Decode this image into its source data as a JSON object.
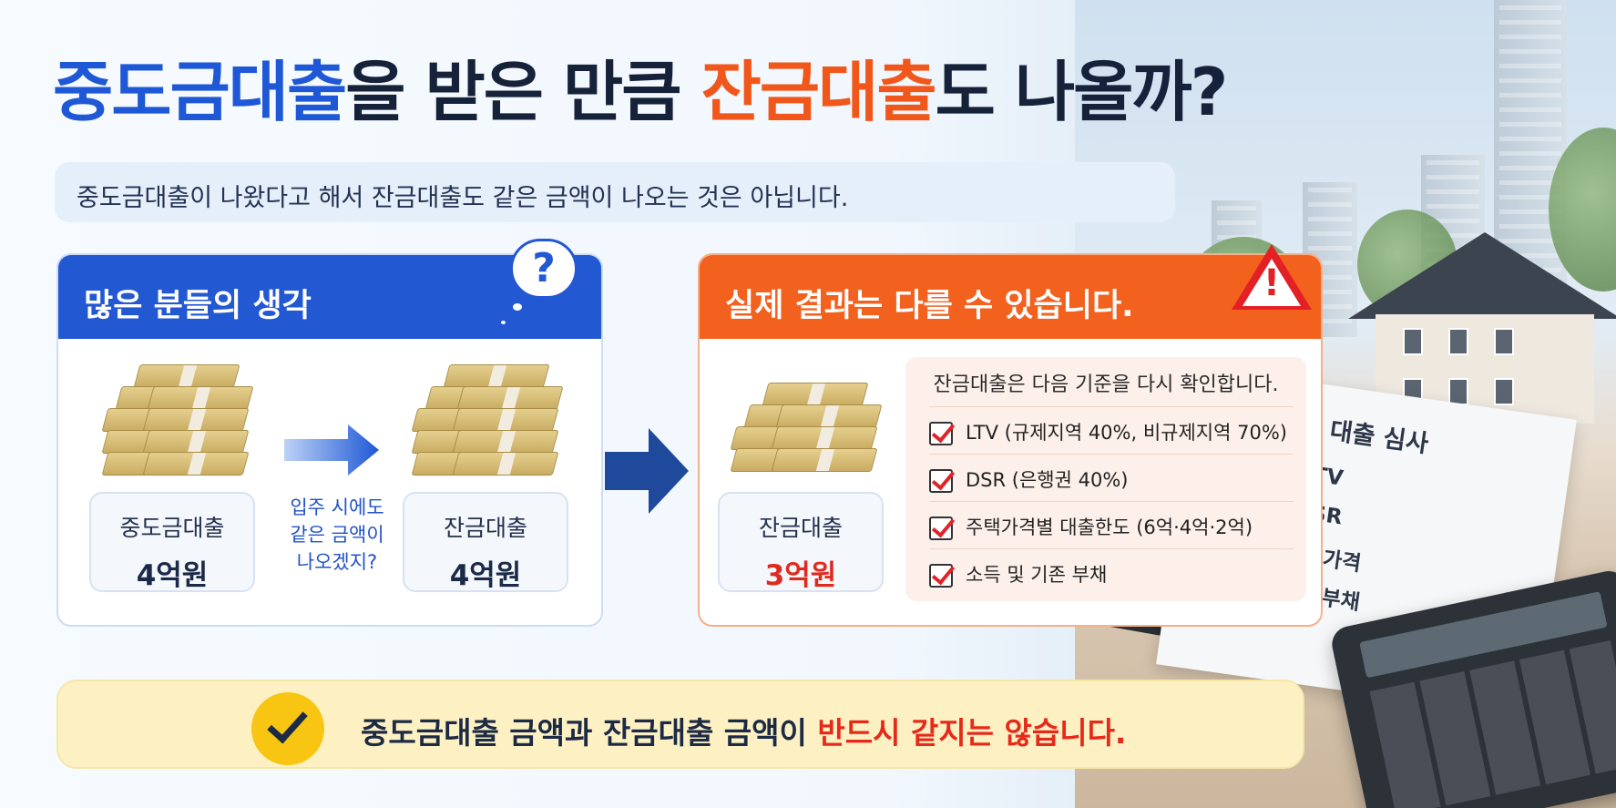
{
  "headline": {
    "part1": "중도금대출",
    "part2": "을 받은 만큼 ",
    "part3": "잔금대출",
    "part4": "도 나올까?"
  },
  "subtitle": "중도금대출이 나왔다고 해서 잔금대출도 같은 금액이 나오는 것은 아닙니다.",
  "left_panel": {
    "header": "많은 분들의 생각",
    "icon": "question-bubble-icon",
    "box1": {
      "label": "중도금대출",
      "value": "4억원"
    },
    "middle_text": "입주 시에도 같은 금액이 나오겠지?",
    "box2": {
      "label": "잔금대출",
      "value": "4억원"
    }
  },
  "right_panel": {
    "header": "실제 결과는 다를 수 있습니다.",
    "icon": "warning-icon",
    "box": {
      "label": "잔금대출",
      "value": "3억원"
    },
    "criteria_title": "잔금대출은 다음 기준을 다시 확인합니다.",
    "criteria": [
      "LTV (규제지역 40%, 비규제지역 70%)",
      "DSR (은행권 40%)",
      "주택가격별 대출한도 (6억·4억·2억)",
      "소득 및 기존 부채"
    ]
  },
  "review_doc": {
    "title": "대출 심사",
    "items": [
      "LTV",
      "DSR",
      "주택가격",
      "소득·부채"
    ]
  },
  "bottom": {
    "part1": "중도금대출 금액과 잔금대출 금액이 ",
    "part2": "반드시 같지는 않습니다."
  },
  "colors": {
    "blue": "#2358d3",
    "orange": "#f3611f",
    "red": "#e12a1f",
    "yellow": "#f7c512"
  }
}
